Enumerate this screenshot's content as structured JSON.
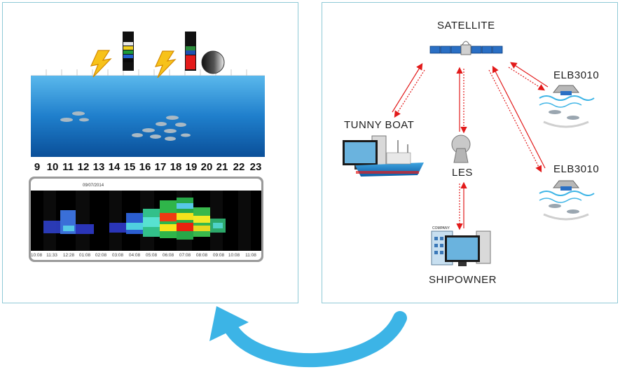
{
  "colors": {
    "panel_border": "#8fc9d6",
    "link_arrow": "#e21a1a",
    "flow_arrow": "#3cb4e6",
    "ocean_top": "#55b6ea",
    "ocean_bottom": "#0a4f99"
  },
  "sonar_view": {
    "hours": [
      "9",
      "10",
      "11",
      "12",
      "13",
      "14",
      "15",
      "16",
      "17",
      "18",
      "19",
      "20",
      "21",
      "22",
      "23"
    ],
    "echogram": {
      "date": "09/07/2014",
      "times": [
        "10:08",
        "11:33",
        "12:28",
        "01:08",
        "02:08",
        "03:08",
        "04:08",
        "05:08",
        "06:08",
        "07:08",
        "08:08",
        "09:08",
        "10:08",
        "11:08"
      ]
    },
    "icons": [
      "lightning-icon",
      "color-scale-icon",
      "lightning-icon",
      "color-scale-icon",
      "moon-phase-icon"
    ]
  },
  "network": {
    "nodes": {
      "satellite": "SATELLITE",
      "tunny_boat": "TUNNY BOAT",
      "les": "LES",
      "buoy_1": "ELB3010",
      "buoy_2": "ELB3010",
      "shipowner": "SHIPOWNER",
      "company_sign": "COMPANY"
    }
  }
}
